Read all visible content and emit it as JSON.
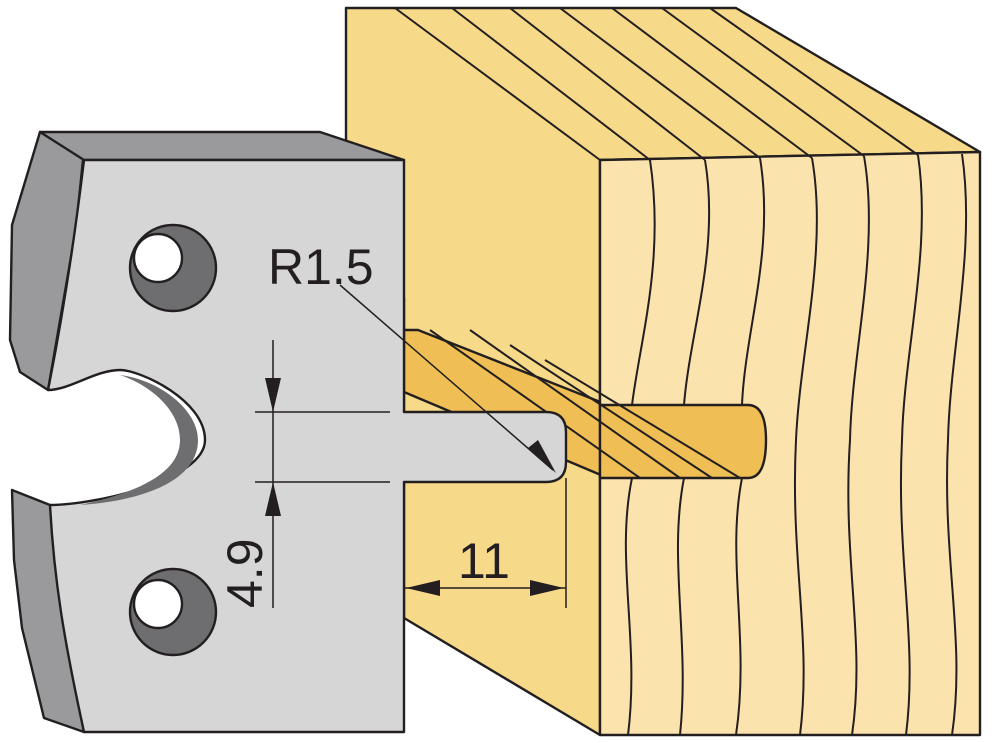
{
  "colors": {
    "wood_front": "#fbe3ae",
    "wood_side": "#f7d98a",
    "wood_top": "#f6d27a",
    "wood_groove": "#efbf55",
    "steel_face": "#d6d6d6",
    "steel_edge": "#9a9a9c",
    "steel_edge_dark": "#6e6e70",
    "line": "#231f20"
  },
  "dimensions": {
    "radius_label": "R1.5",
    "height_label": "4.9",
    "depth_label": "11"
  }
}
